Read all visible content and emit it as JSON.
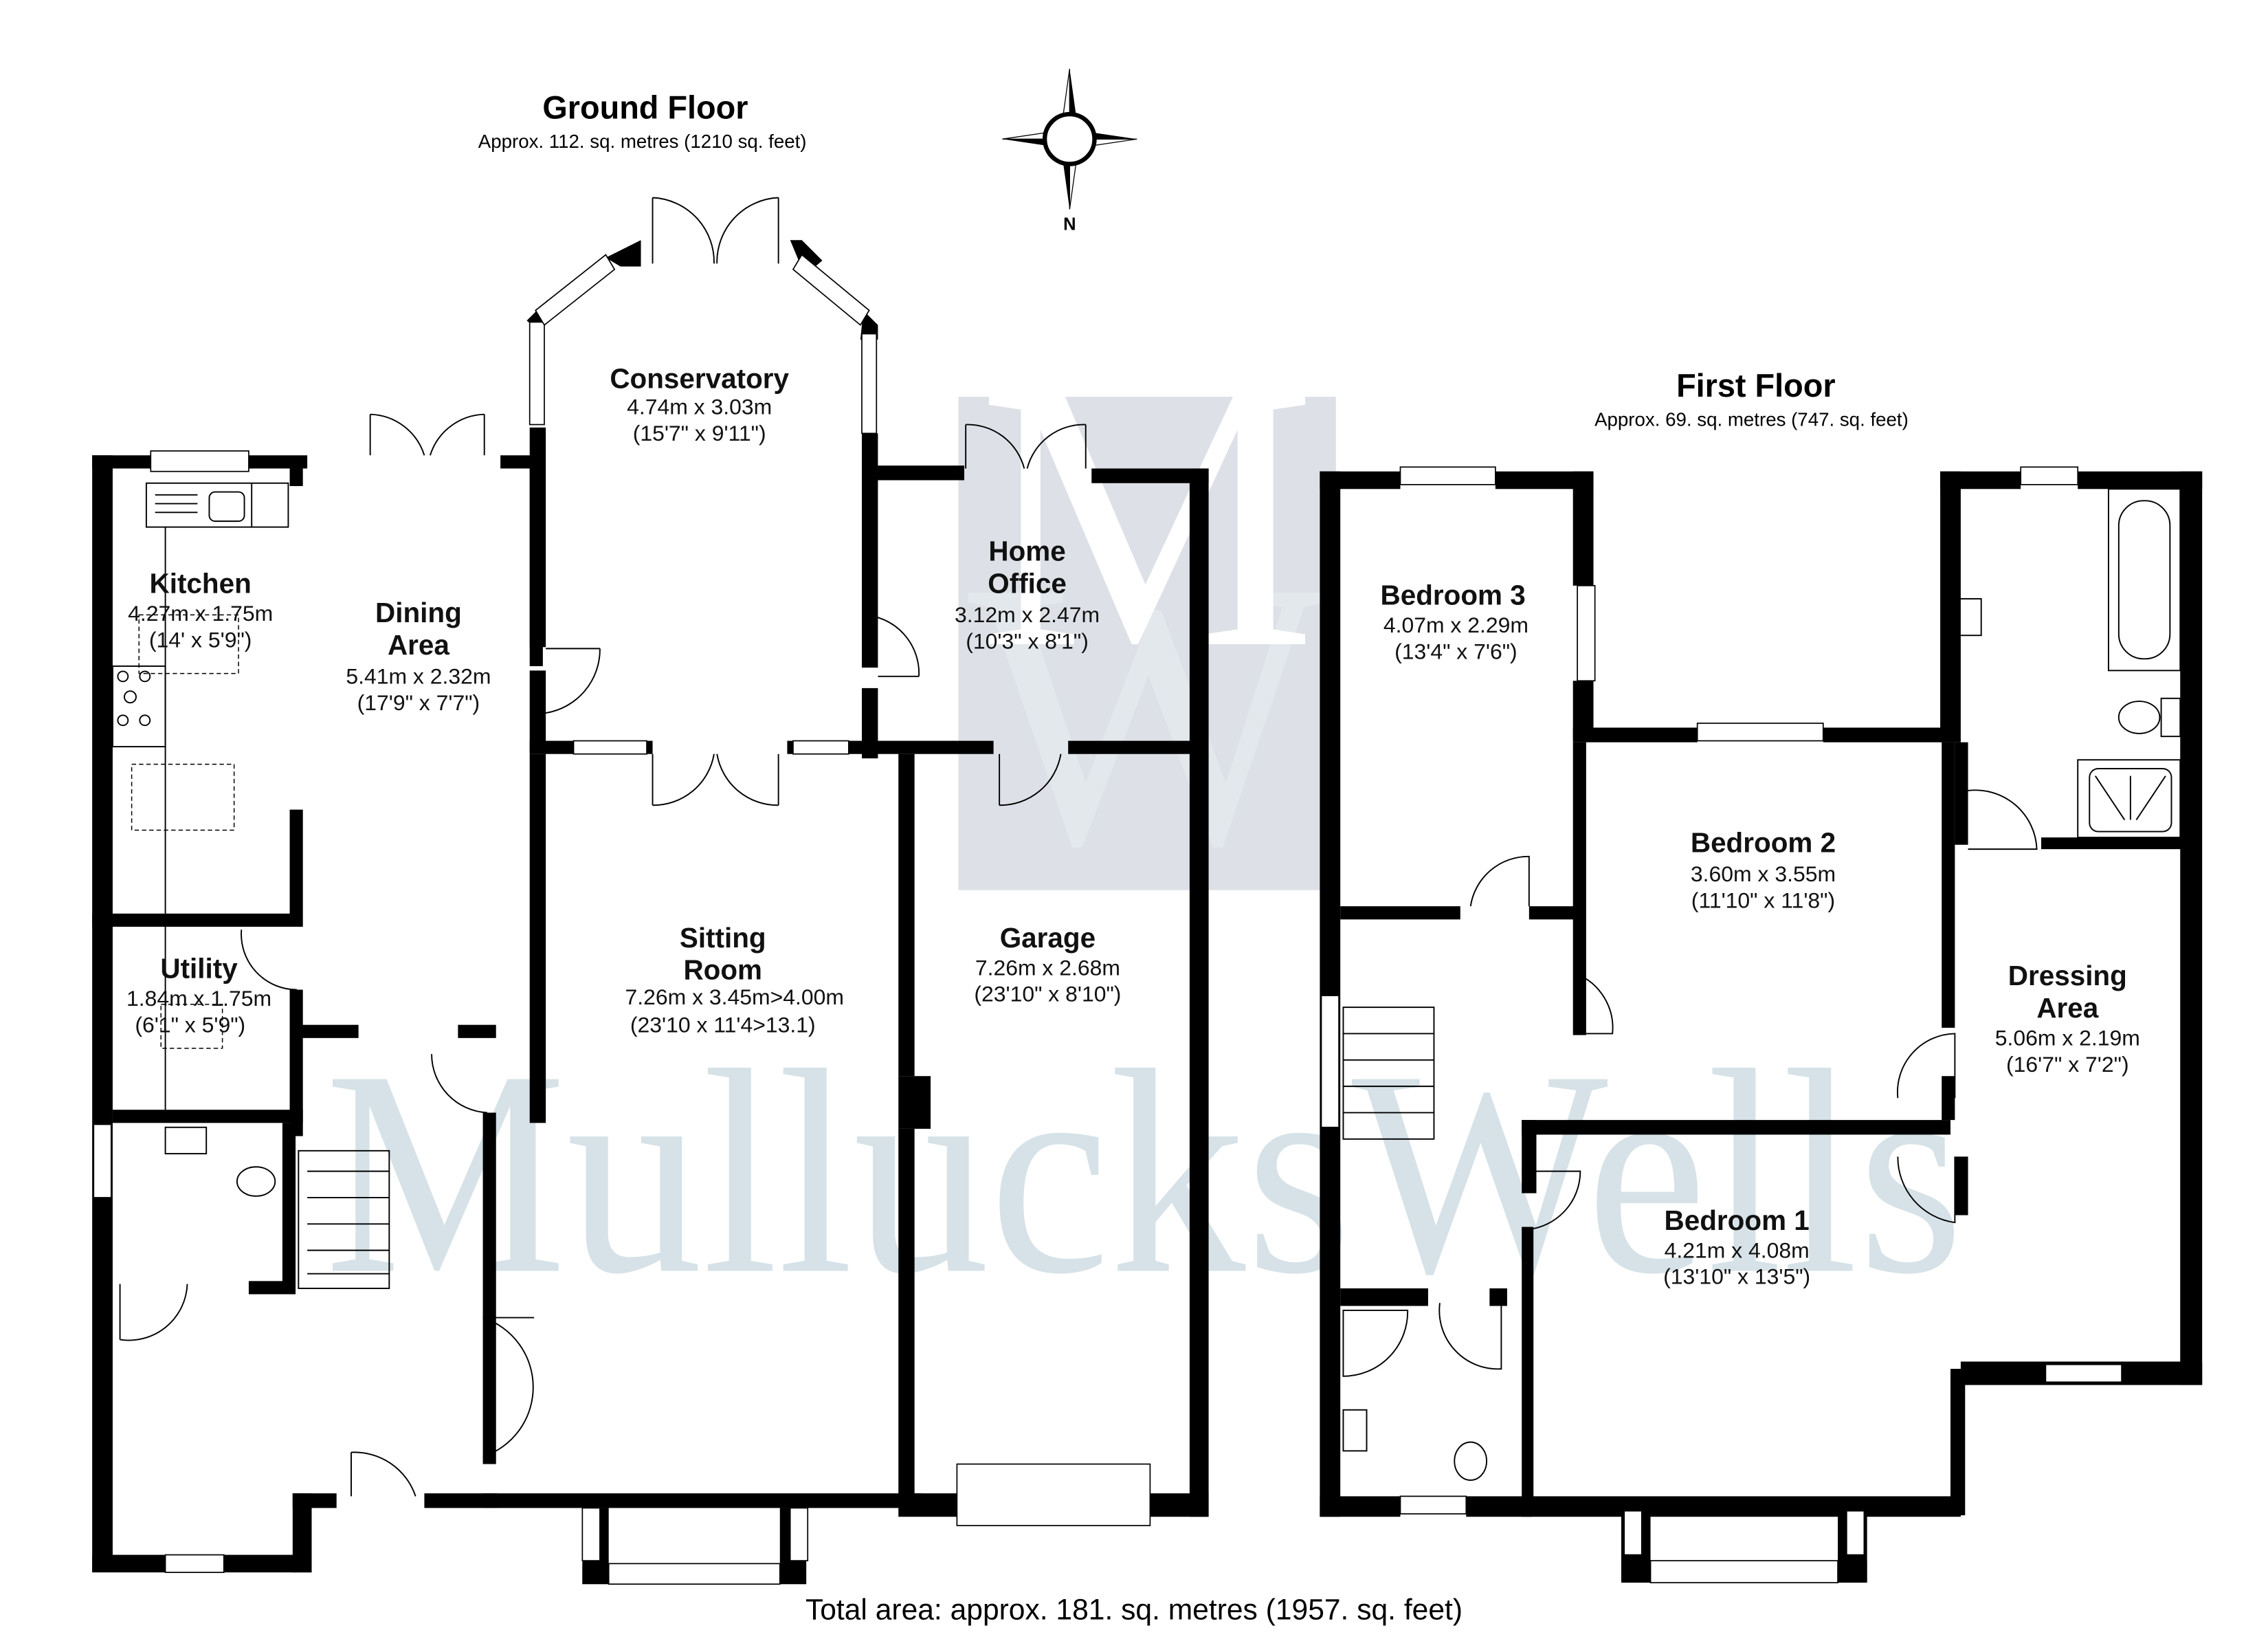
{
  "ground_floor": {
    "title": "Ground Floor",
    "area": "Approx. 112.   sq. metres (1210    sq. feet)",
    "rooms": {
      "kitchen": {
        "name": "Kitchen",
        "metric": "4.27m x 1.75m",
        "imperial": "(14' x 5'9\")"
      },
      "dining": {
        "name_line1": "Dining",
        "name_line2": "Area",
        "metric": "5.41m x 2.32m",
        "imperial": "(17'9\" x 7'7\")"
      },
      "conservatory": {
        "name": "Conservatory",
        "metric": "4.74m x 3.03m",
        "imperial": "(15'7\" x 9'11\")"
      },
      "home_office": {
        "name_line1": "Home",
        "name_line2": "Office",
        "metric": "3.12m x 2.47m",
        "imperial": "(10'3\" x 8'1\")"
      },
      "utility": {
        "name": "Utility",
        "metric": "1.84m x 1.75m",
        "imperial": "(6'1\" x 5'9\")"
      },
      "sitting_room": {
        "name_line1": "Sitting",
        "name_line2": "Room",
        "metric": "7.26m x 3.45m>4.00m",
        "imperial": "(23'10 x 11'4>13.1)"
      },
      "garage": {
        "name": "Garage",
        "metric": "7.26m x 2.68m",
        "imperial": "(23'10\" x 8'10\")"
      }
    }
  },
  "first_floor": {
    "title": "First Floor",
    "area": "Approx. 69.   sq. metres (747.   sq. feet)",
    "rooms": {
      "bedroom3": {
        "name": "Bedroom 3",
        "metric": "4.07m x 2.29m",
        "imperial": "(13'4\" x 7'6\")"
      },
      "bedroom2": {
        "name": "Bedroom 2",
        "metric": "3.60m x 3.55m",
        "imperial": "(11'10\" x 11'8\")"
      },
      "dressing": {
        "name_line1": "Dressing",
        "name_line2": "Area",
        "metric": "5.06m x 2.19m",
        "imperial": "(16'7\" x 7'2\")"
      },
      "bedroom1": {
        "name": "Bedroom 1",
        "metric": "4.21m x 4.08m",
        "imperial": "(13'10\" x 13'5\")"
      }
    }
  },
  "compass": {
    "label": "N",
    "icon": "compass-rose-icon"
  },
  "total_area": "Total area: approx. 181.   sq. metres (1957.   sq. feet)",
  "watermark": {
    "text": "MullucksWells",
    "monogram_top": "M",
    "monogram_bottom": "W",
    "color": "#d6e2e7",
    "box_color": "#dde0e6"
  },
  "colors": {
    "walls": "#000000",
    "background": "#ffffff"
  }
}
